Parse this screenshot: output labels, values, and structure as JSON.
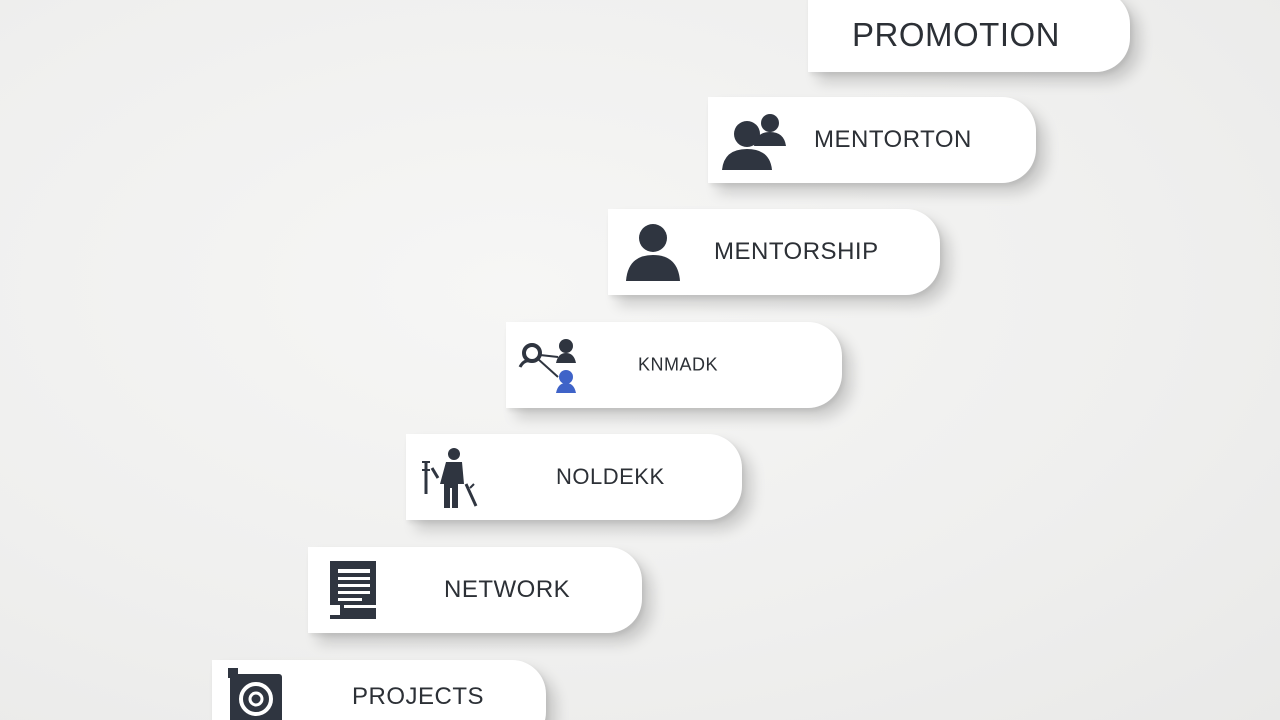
{
  "steps": [
    {
      "label": "PROMOTION",
      "icon": "none"
    },
    {
      "label": "MENTORTON",
      "icon": "two-people-icon"
    },
    {
      "label": "MENTORSHIP",
      "icon": "person-icon"
    },
    {
      "label": "KNMADK",
      "icon": "network-people-icon"
    },
    {
      "label": "NOLDEKK",
      "icon": "person-with-tools-icon"
    },
    {
      "label": "NETWORK",
      "icon": "document-list-icon"
    },
    {
      "label": "PROJECTS",
      "icon": "project-badge-icon"
    }
  ],
  "colors": {
    "background": "#f1f1f0",
    "card": "#ffffff",
    "text": "#2c3036",
    "icon": "#2f3540",
    "accent": "#3f63c8"
  }
}
